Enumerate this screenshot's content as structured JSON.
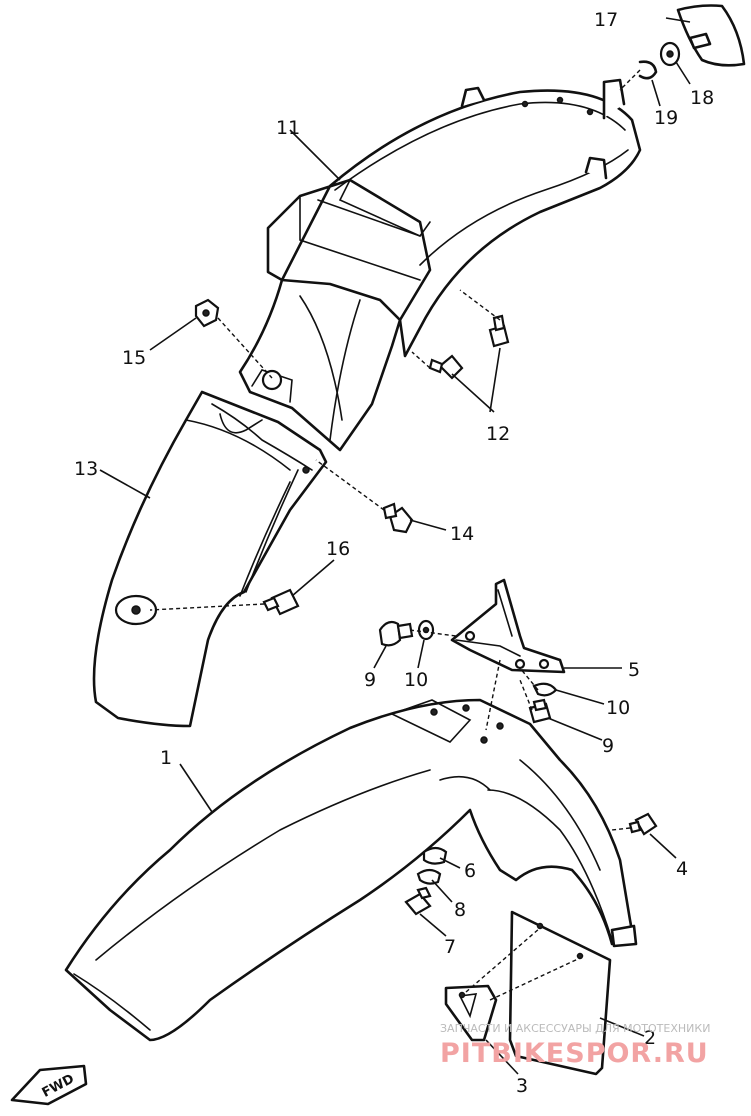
{
  "parts": [
    {
      "id": "p1",
      "label": "1"
    },
    {
      "id": "p2",
      "label": "2"
    },
    {
      "id": "p3",
      "label": "3"
    },
    {
      "id": "p4",
      "label": "4"
    },
    {
      "id": "p5",
      "label": "5"
    },
    {
      "id": "p6",
      "label": "6"
    },
    {
      "id": "p7",
      "label": "7"
    },
    {
      "id": "p8",
      "label": "8"
    },
    {
      "id": "p9a",
      "label": "9"
    },
    {
      "id": "p9b",
      "label": "9"
    },
    {
      "id": "p10a",
      "label": "10"
    },
    {
      "id": "p10b",
      "label": "10"
    },
    {
      "id": "p11",
      "label": "11"
    },
    {
      "id": "p12",
      "label": "12"
    },
    {
      "id": "p13",
      "label": "13"
    },
    {
      "id": "p14",
      "label": "14"
    },
    {
      "id": "p15",
      "label": "15"
    },
    {
      "id": "p16",
      "label": "16"
    },
    {
      "id": "p17",
      "label": "17"
    },
    {
      "id": "p18",
      "label": "18"
    },
    {
      "id": "p19",
      "label": "19"
    }
  ],
  "fwd_label": "FWD",
  "watermark": {
    "tagline": "ЗАПЧАСТИ И АКСЕССУАРЫ ДЛЯ МОТОТЕХНИКИ",
    "site": "PITBIKESPOR.RU"
  }
}
